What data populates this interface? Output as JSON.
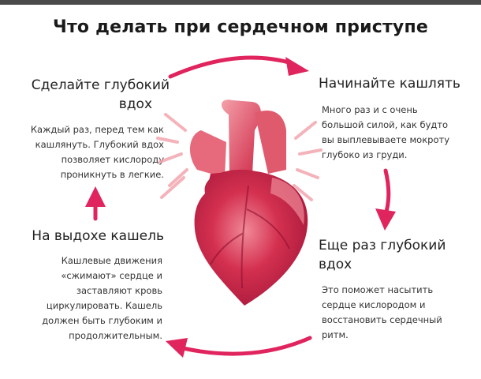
{
  "title": "Что делать при сердечном приступе",
  "colors": {
    "accent": "#e0245e",
    "heart_main": "#d4304f",
    "heart_dark": "#a3163a",
    "heart_light": "#f08a98"
  },
  "steps": [
    {
      "id": "deep-breath",
      "title_lines": [
        "Сделайте глубокий",
        "вдох"
      ],
      "desc_lines": [
        "Каждый раз, перед тем как",
        "кашлянуть. Глубокий вдох",
        "позволяет кислороду",
        "проникнуть в легкие."
      ]
    },
    {
      "id": "start-coughing",
      "title_lines": [
        "Начинайте кашлять"
      ],
      "desc_lines": [
        "Много раз и с очень",
        "большой силой, как будто",
        "вы выплевываете мокроту",
        "глубоко из груди."
      ]
    },
    {
      "id": "deep-breath-again",
      "title_lines": [
        "Еще раз глубокий",
        "вдох"
      ],
      "desc_lines": [
        "Это поможет насытить",
        "сердце кислородом и",
        "восстановить сердечный",
        "ритм."
      ]
    },
    {
      "id": "cough-on-exhale",
      "title_lines": [
        "На выдохе кашель"
      ],
      "desc_lines": [
        "Кашлевые движения",
        "«сжимают» сердце и",
        "заставляют кровь",
        "циркулировать. Кашель",
        "должен быть глубоким и",
        "продолжительным."
      ]
    }
  ],
  "icons": {
    "arrow_top": "curved-arrow-right-icon",
    "arrow_right": "arrow-down-icon",
    "arrow_bottom": "curved-arrow-left-icon",
    "arrow_left": "arrow-up-icon",
    "heart": "anatomical-heart-icon"
  }
}
